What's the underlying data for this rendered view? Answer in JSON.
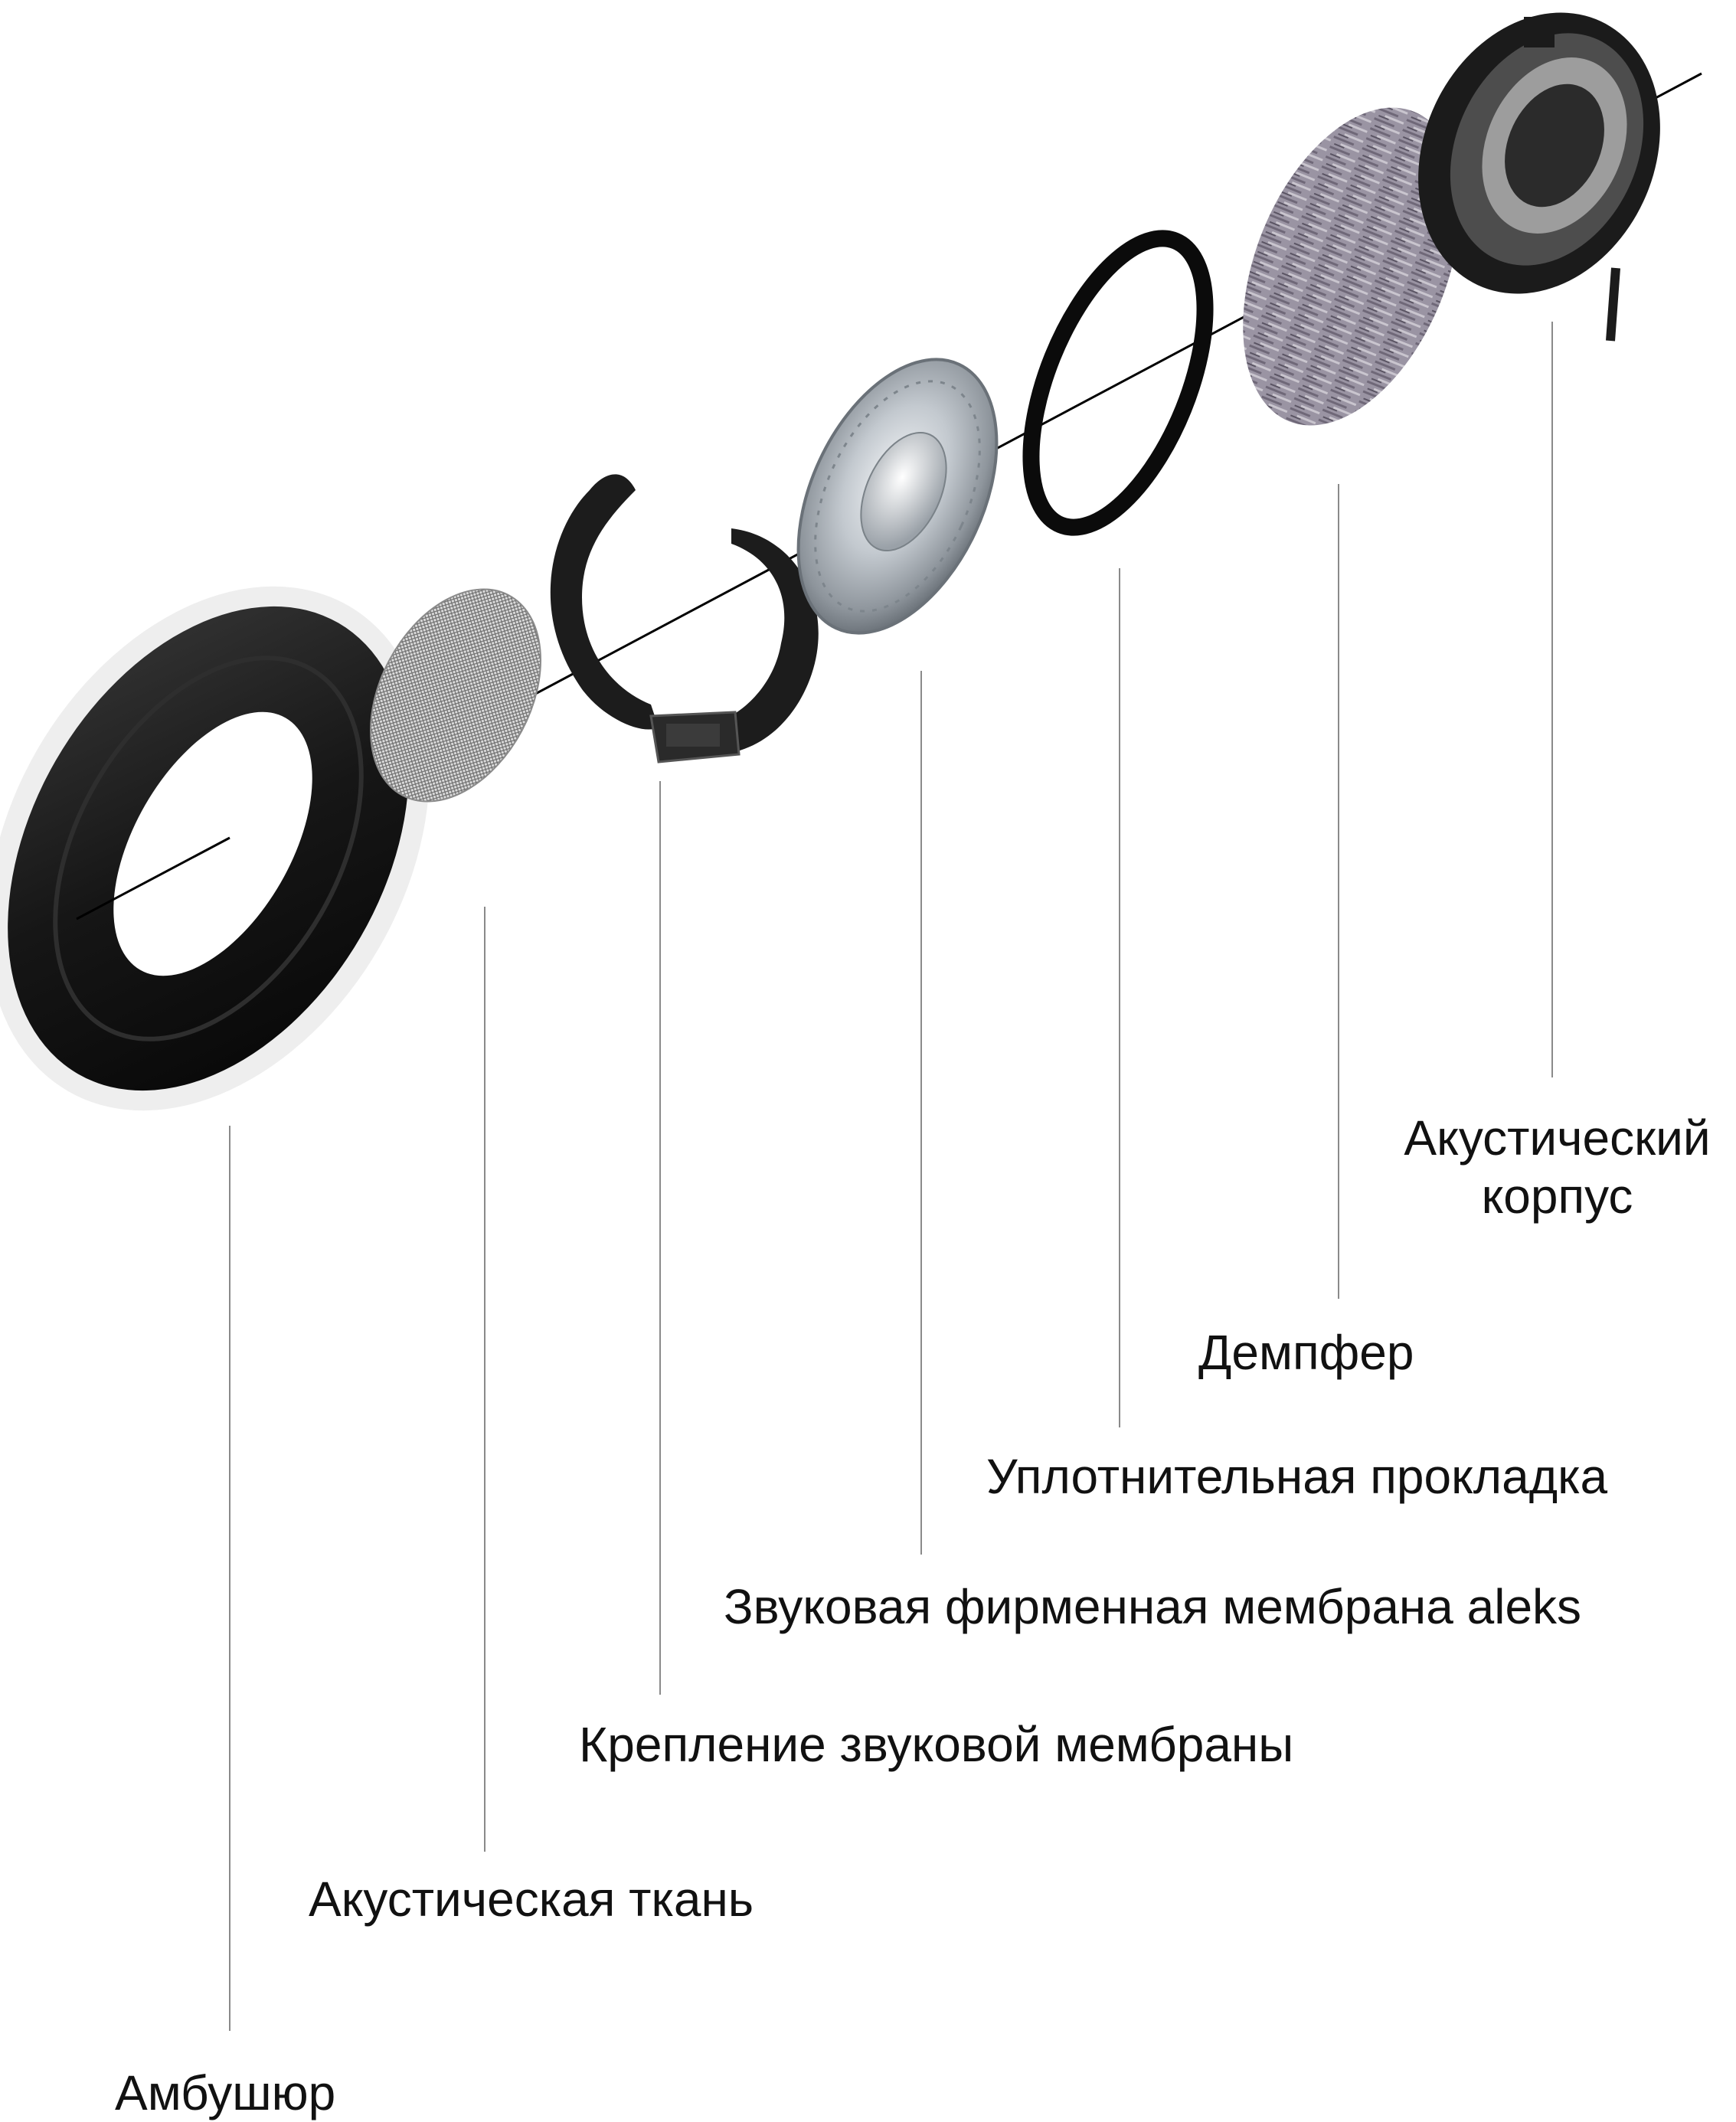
{
  "labels": {
    "ambushur": "Амбушюр",
    "acoustic_fabric": "Акустическая ткань",
    "membrane_mount": "Крепление звуковой мембраны",
    "membrane": "Звуковая фирменная мембрана aleks",
    "gasket": "Уплотнительная прокладка",
    "damper": "Демпфер",
    "housing_line1": "Акустический",
    "housing_line2": "корпус"
  },
  "colors": {
    "background": "#ffffff",
    "text": "#111111",
    "leader_line": "#8a8a8a",
    "axis_line": "#000000",
    "rubber": "#1a1a1a",
    "metal": "#b9bfc6",
    "damper": "#8c8596"
  }
}
